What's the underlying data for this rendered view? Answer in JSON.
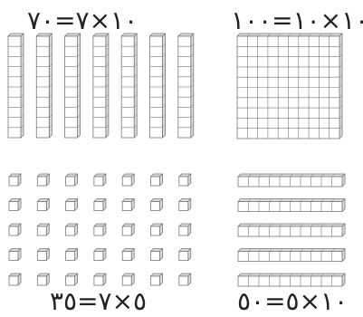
{
  "equations": {
    "top_left": "٧٠=٧×١٠",
    "top_right": "١٠٠=١٠×١٠",
    "bottom_left": "٣٥=٧×٥",
    "bottom_right": "٥٠=٥×١٠"
  },
  "groups": {
    "rods": {
      "count": 7,
      "cubes_per_rod": 10
    },
    "flat": {
      "rows": 10,
      "cols": 10
    },
    "units": {
      "rows": 5,
      "cols": 7
    },
    "horizontal_rods": {
      "count": 5,
      "cubes_per_rod": 10
    }
  },
  "colors": {
    "stroke": "#777777",
    "fill": "#ffffff",
    "shade": "#dcdcdc",
    "text": "#222222"
  }
}
